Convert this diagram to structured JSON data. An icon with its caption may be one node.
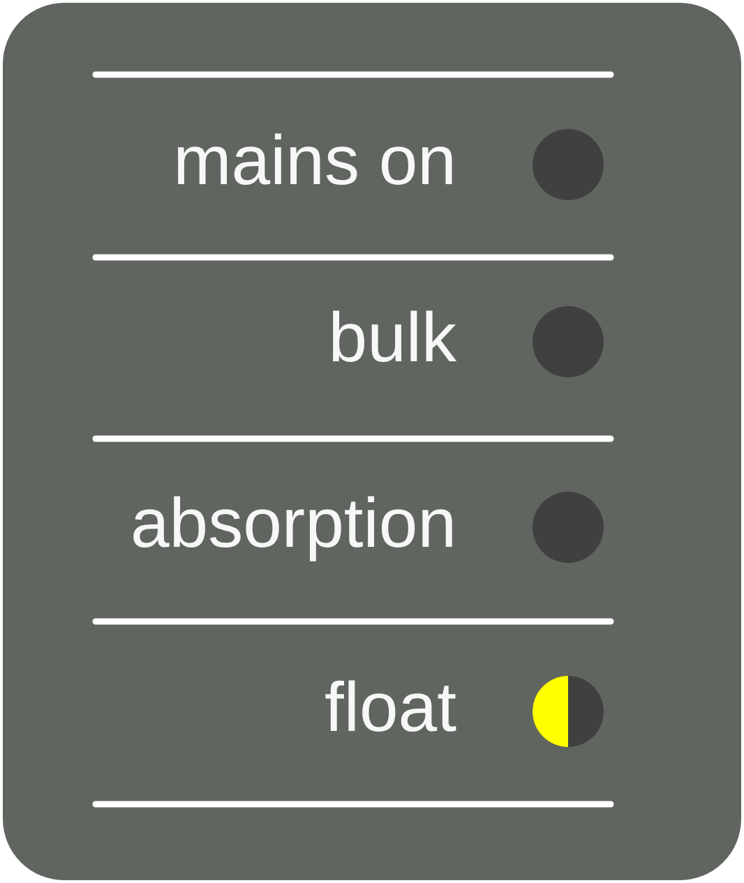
{
  "diagram": {
    "nodes": [
      {
        "text": [
          "mains on",
          "bulk",
          "absorption",
          "float"
        ]
      }
    ]
  }
}
